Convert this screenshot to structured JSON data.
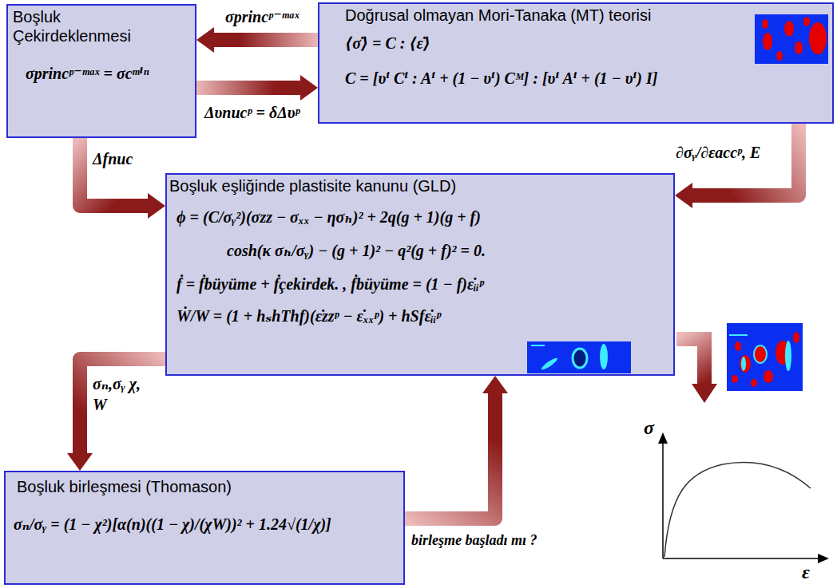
{
  "diagram": {
    "nodes": [
      {
        "text": [
          "Boşluk Çekirdeklenmesi",
          "σprincᵖ⁻ᵐᵃˣ = σcᵐⁱⁿ"
        ]
      },
      {
        "text": [
          "Doğrusal olmayan Mori-Tanaka (MT) teorisi",
          "⟨σ̇⟩ = C : ⟨ε̇⟩",
          "C = [υⁱ Cⁱ : Aⁱ + (1 − υⁱ) Cᴹ] : [υⁱ Aⁱ + (1 − υⁱ) I]"
        ]
      },
      {
        "text": [
          "Boşluk eşliğinde plastisite kanunu (GLD)",
          "ϕ = (C/σᵧ²)(σzz − σₓₓ − ησₕ)² + 2q(g + 1)(g + f)",
          "cosh(κ σₕ/σᵧ) − (g + 1)² − q²(g + f)² = 0.",
          "ḟ = ḟbüyüme + ḟçekirdek. , ḟbüyüme = (1 − f)ε̇ᵢᵢᵖ",
          "Ẇ/W = (1 + hₛhThf)(ε̇zzᵖ − ε̇ₓₓᵖ) + hSfε̇ᵢᵢᵖ"
        ]
      },
      {
        "text": [
          "Boşluk birleşmesi (Thomason)",
          "σₙ/σᵧ = (1 − χ²)[α(n)((1 − χ)/(χW))² + 1.24√(1/χ)]"
        ]
      }
    ],
    "edges": [
      {
        "from": 1,
        "to": 0,
        "arrow": "to",
        "label": "σprincᵖ⁻ᵐᵃˣ"
      },
      {
        "from": 0,
        "to": 1,
        "arrow": "to",
        "label": "Δυnucᵖ = δΔυᵖ"
      },
      {
        "from": 0,
        "to": 2,
        "arrow": "to",
        "label": "Δfnuc"
      },
      {
        "from": 1,
        "to": 2,
        "arrow": "to",
        "label": "∂σᵧ/∂εaccᵖ, E"
      },
      {
        "from": 2,
        "to": 3,
        "arrow": "to",
        "label": "σₙ,σᵧ χ, W"
      },
      {
        "from": 3,
        "to": 2,
        "arrow": "to",
        "label": "birleşme başladı mı ?"
      }
    ],
    "labels": [
      "σ",
      "ε"
    ]
  }
}
